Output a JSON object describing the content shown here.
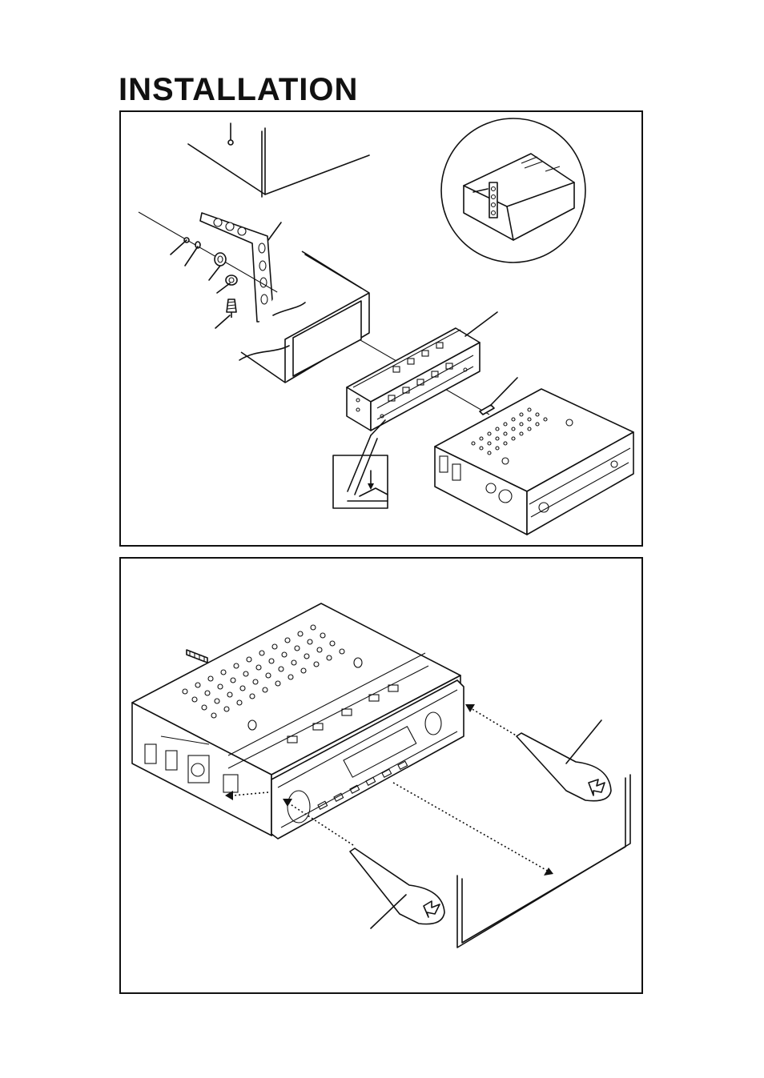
{
  "page": {
    "title": "INSTALLATION"
  },
  "figures": {
    "top": {
      "callout_lines": 9,
      "labels": []
    },
    "bottom": {
      "callout_lines": 2,
      "labels": []
    }
  },
  "colors": {
    "ink": "#111111",
    "paper": "#ffffff"
  }
}
